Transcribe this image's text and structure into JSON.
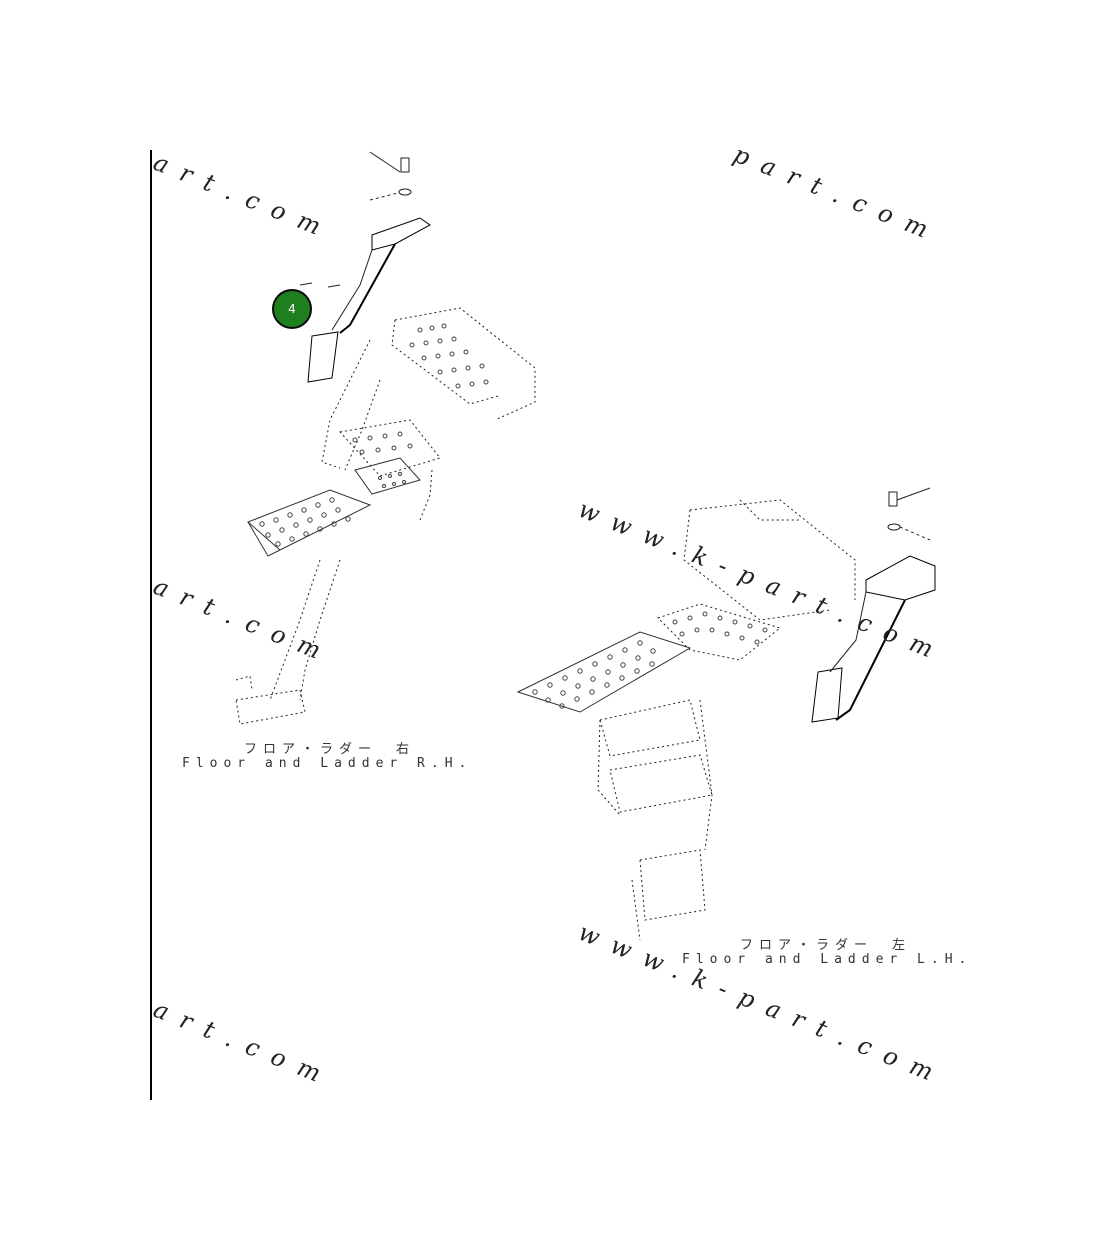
{
  "diagram": {
    "callout": {
      "label": "4",
      "color": "#1e7f1e"
    },
    "captions": {
      "rh_jp": "フロア・ラダー　右",
      "rh_en": "Floor and Ladder R.H.",
      "lh_jp": "フロア・ラダー　左",
      "lh_en": "Floor and Ladder L.H."
    },
    "watermarks": {
      "w1": "art.com",
      "w2": "part.com",
      "w3": "art.com",
      "w4": "www.k-part.com",
      "w5": "art.com",
      "w6": "www.k-part.com"
    }
  }
}
